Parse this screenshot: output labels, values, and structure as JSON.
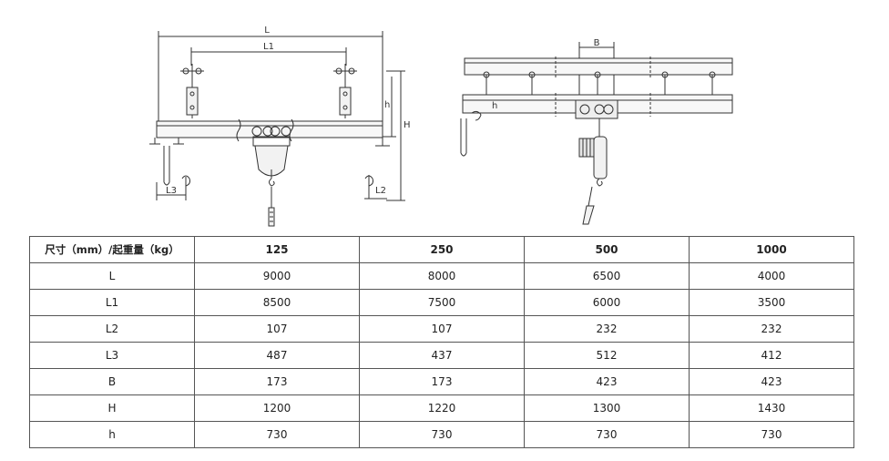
{
  "drawing_left": {
    "labels": {
      "L": "L",
      "L1": "L1",
      "L3": "L3",
      "L2": "L2",
      "H": "H",
      "h": "h"
    }
  },
  "drawing_right": {
    "labels": {
      "B": "B",
      "h": "h"
    }
  },
  "table": {
    "corner_header": "尺寸（mm）/起重量（kg）",
    "columns": [
      "125",
      "250",
      "500",
      "1000"
    ],
    "rows": [
      {
        "label": "L",
        "values": [
          "9000",
          "8000",
          "6500",
          "4000"
        ]
      },
      {
        "label": "L1",
        "values": [
          "8500",
          "7500",
          "6000",
          "3500"
        ]
      },
      {
        "label": "L2",
        "values": [
          "107",
          "107",
          "232",
          "232"
        ]
      },
      {
        "label": "L3",
        "values": [
          "487",
          "437",
          "512",
          "412"
        ]
      },
      {
        "label": "B",
        "values": [
          "173",
          "173",
          "423",
          "423"
        ]
      },
      {
        "label": "H",
        "values": [
          "1200",
          "1220",
          "1300",
          "1430"
        ]
      },
      {
        "label": "h",
        "values": [
          "730",
          "730",
          "730",
          "730"
        ]
      }
    ]
  },
  "colors": {
    "line": "#333333",
    "grid": "#555555",
    "fill_light": "#f2f2f2"
  }
}
